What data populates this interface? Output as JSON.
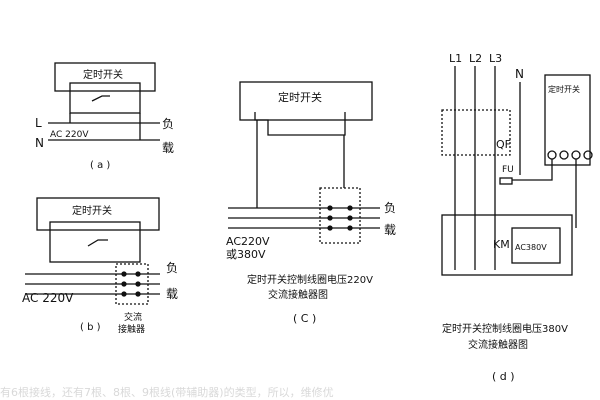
{
  "diagrams": {
    "a": {
      "box_label": "定时开关",
      "line_L": "L",
      "line_N": "N",
      "supply": "AC 220V",
      "load_1": "负",
      "load_2": "载",
      "caption": "( a )"
    },
    "b": {
      "box_label": "定时开关",
      "supply": "AC 220V",
      "load_1": "负",
      "load_2": "载",
      "contactor_1": "交流",
      "contactor_2": "接触器",
      "caption": "( b )"
    },
    "c": {
      "box_label": "定时开关",
      "supply_1": "AC220V",
      "supply_2": "或380V",
      "load_1": "负",
      "load_2": "载",
      "title_1": "定时开关控制线圈电压220V",
      "title_2": "交流接触器图",
      "caption": "( C )"
    },
    "d": {
      "L1": "L1",
      "L2": "L2",
      "L3": "L3",
      "N": "N",
      "breaker": "QF",
      "fuse": "FU",
      "contactor": "KM",
      "coil": "AC380V",
      "timer": "定时开关",
      "title_1": "定时开关控制线圈电压380V",
      "title_2": "交流接触器图",
      "caption": "( d )"
    }
  },
  "watermark": "有6根接线，还有7根、8根、9根线(带辅助器)的类型，所以，维修优"
}
